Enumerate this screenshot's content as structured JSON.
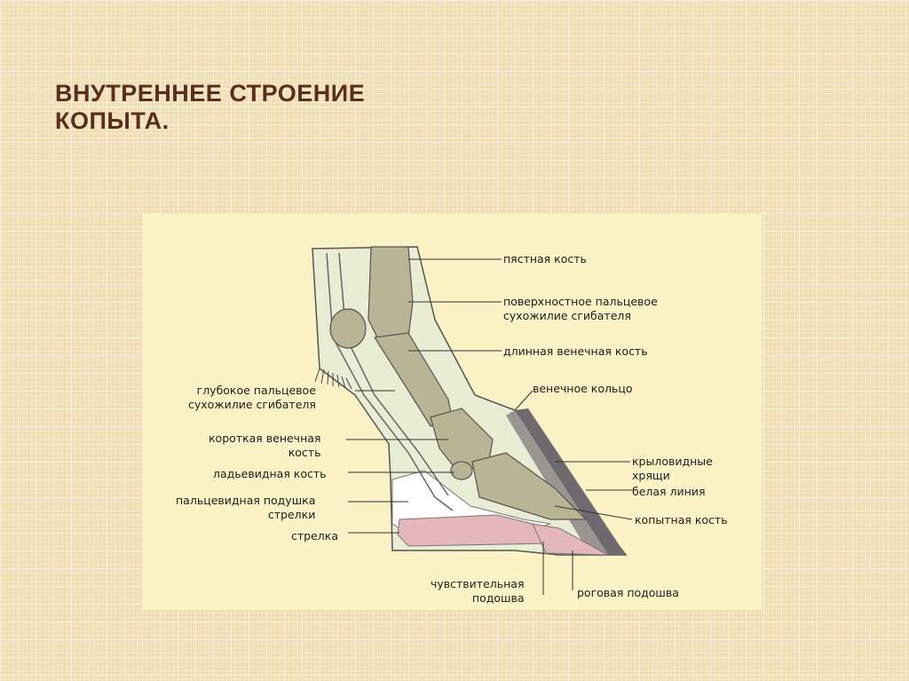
{
  "slide": {
    "title_line1": "ВНУТРЕННЕЕ СТРОЕНИЕ",
    "title_line2": "КОПЫТА."
  },
  "diagram": {
    "labels": {
      "pyastnaya": "пястная кость",
      "poverkhnostnoe_1": "поверхностное пальцевое",
      "poverkhnostnoe_2": "сухожилие сгибателя",
      "dlinnaya": "длинная венечная кость",
      "venechnoe_koltso": "венечное кольцо",
      "glubokoe_1": "глубокое пальцевое",
      "glubokoe_2": "сухожилие сгибателя",
      "korotkaya_1": "короткая венечная",
      "korotkaya_2": "кость",
      "krylovidnye_1": "крыловидные",
      "krylovidnye_2": "хрящи",
      "ladevidnaya": "ладьевидная кость",
      "belaya": "белая линия",
      "podushka_1": "пальцевидная подушка",
      "podushka_2": "стрелки",
      "kopytnaya": "копытная кость",
      "strelka": "стрелка",
      "chuvstvitelnaya_1": "чувствительная",
      "chuvstvitelnaya_2": "подошва",
      "rogovaya": "роговая подошва"
    },
    "colors": {
      "bone": "#b9b594",
      "skin": "#e9edd3",
      "cushion": "#ffffff",
      "sole": "#e5b6ba",
      "wall": "#6e6a70",
      "panel": "#fbf2c6",
      "title": "#5a2e1b"
    }
  }
}
